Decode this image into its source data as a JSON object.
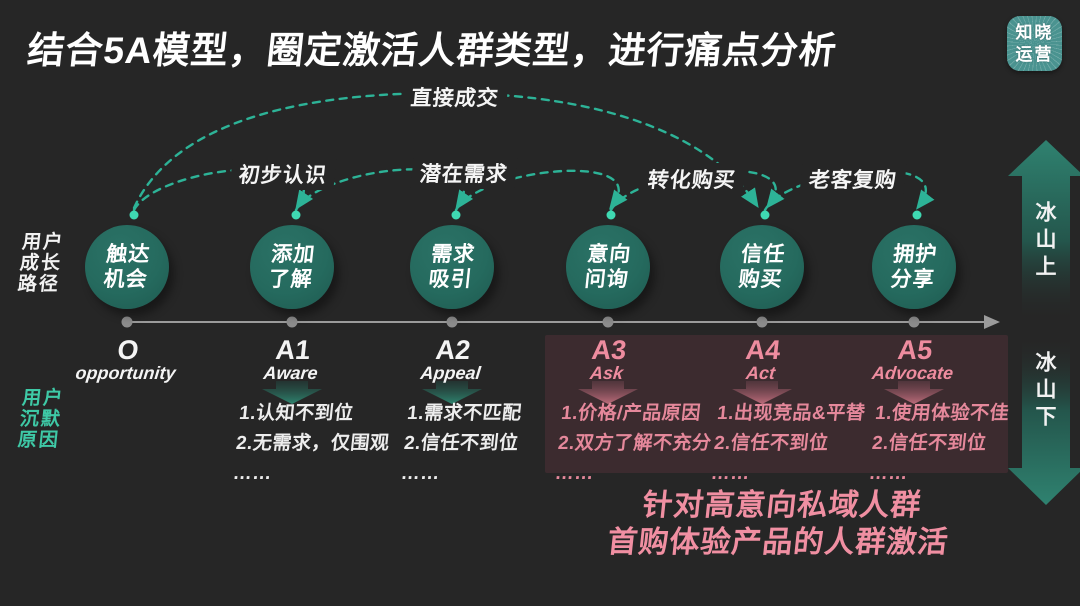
{
  "header": {
    "title": "结合5A模型，圈定激活人群类型，进行痛点分析"
  },
  "logo": {
    "text": "知晓\n运营"
  },
  "side_labels": {
    "growth_path": "用户\n成长\n路径",
    "silence_reason": "用户\n沉默\n原因"
  },
  "arcs": [
    "直接成交",
    "初步认识",
    "潜在需求",
    "转化购买",
    "老客复购"
  ],
  "stages": [
    {
      "big": "O",
      "sub": "opportunity",
      "circle": "触达\n机会",
      "notes": ""
    },
    {
      "big": "A1",
      "sub": "Aware",
      "circle": "添加\n了解",
      "notes": "1.认知不到位\n2.无需求，仅围观\n……"
    },
    {
      "big": "A2",
      "sub": "Appeal",
      "circle": "需求\n吸引",
      "notes": "1.需求不匹配\n2.信任不到位\n……"
    },
    {
      "big": "A3",
      "sub": "Ask",
      "circle": "意向\n问询",
      "notes": "1.价格/产品原因\n2.双方了解不充分\n……"
    },
    {
      "big": "A4",
      "sub": "Act",
      "circle": "信任\n购买",
      "notes": "1.出现竞品&平替\n2.信任不到位\n……"
    },
    {
      "big": "A5",
      "sub": "Advocate",
      "circle": "拥护\n分享",
      "notes": "1.使用体验不佳\n2.信任不到位\n……"
    }
  ],
  "iceberg": {
    "above": "冰山上",
    "below": "冰山下"
  },
  "highlight": {
    "line1": "针对高意向私域人群",
    "line2": "首购体验产品的人群激活"
  },
  "colors": {
    "background": "#262626",
    "accent_teal": "#2db397",
    "bright_dot_teal": "#3fd9b2",
    "circle_fill": "#26695e",
    "pink": "#ee8c9f",
    "panel_maroon": "#3c2b2f",
    "axis_gray": "#9b9b9b",
    "logo_teal": "#4a9390"
  }
}
